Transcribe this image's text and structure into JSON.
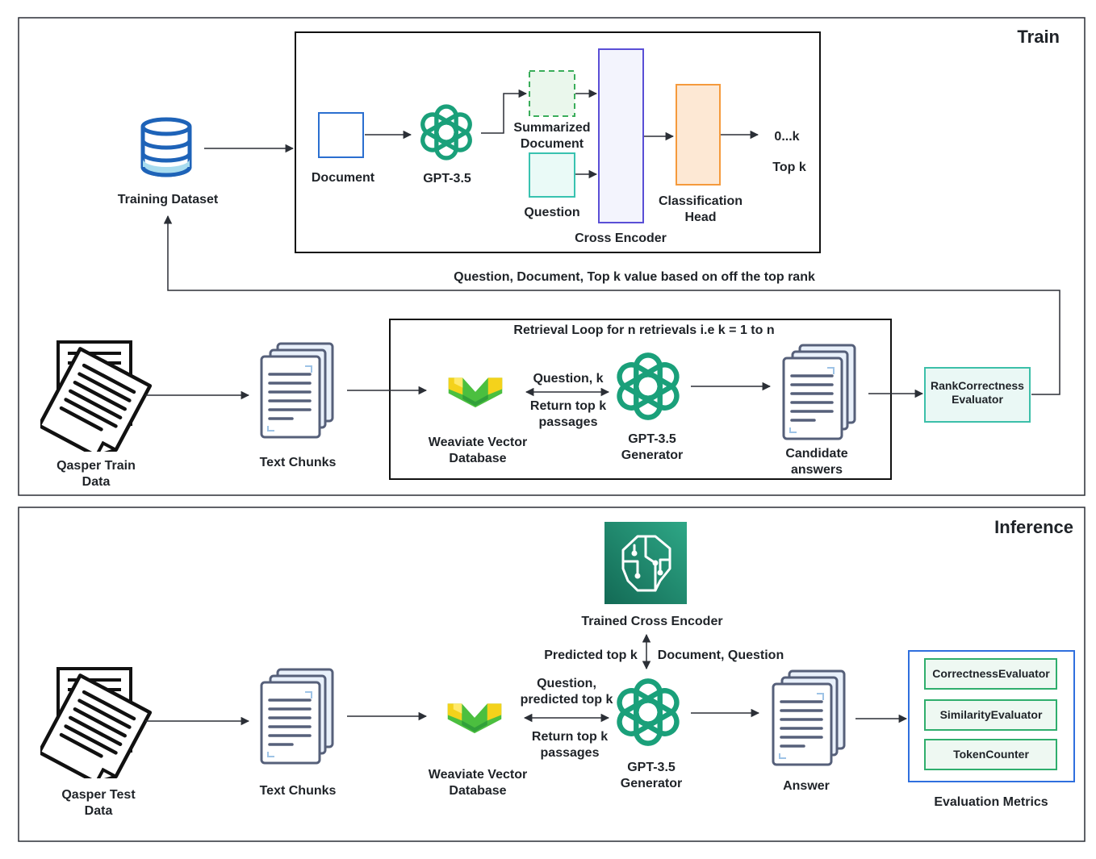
{
  "train": {
    "section_title": "Train",
    "training_dataset": "Training Dataset",
    "document": "Document",
    "gpt": "GPT-3.5",
    "summarized": [
      "Summarized",
      "Document"
    ],
    "question": "Question",
    "cross_encoder": "Cross Encoder",
    "classification_head": [
      "Classification",
      "Head"
    ],
    "output_range": "0...k",
    "top_k": "Top k",
    "feedback": "Question, Document, Top k value based on off the top rank",
    "retrieval_loop": "Retrieval Loop for n retrievals i.e k = 1 to n",
    "qasper": [
      "Qasper Train",
      "Data"
    ],
    "text_chunks": "Text Chunks",
    "weaviate": [
      "Weaviate Vector",
      "Database"
    ],
    "question_k": "Question, k",
    "return_top_k": [
      "Return top k",
      "passages"
    ],
    "gpt_generator": [
      "GPT-3.5",
      "Generator"
    ],
    "candidate": [
      "Candidate",
      "answers"
    ],
    "evaluator": [
      "RankCorrectness",
      "Evaluator"
    ]
  },
  "inference": {
    "section_title": "Inference",
    "trained_ce": "Trained Cross Encoder",
    "predicted_top_k": "Predicted top k",
    "doc_question": "Document, Question",
    "question_pred": [
      "Question,",
      "predicted top k"
    ],
    "return_top_k": [
      "Return top k",
      "passages"
    ],
    "qasper": [
      "Qasper Test",
      "Data"
    ],
    "text_chunks": "Text Chunks",
    "weaviate": [
      "Weaviate Vector",
      "Database"
    ],
    "gpt_generator": [
      "GPT-3.5",
      "Generator"
    ],
    "answer": "Answer",
    "metrics": [
      "CorrectnessEvaluator",
      "SimilarityEvaluator",
      "TokenCounter"
    ],
    "metrics_title": "Evaluation Metrics"
  },
  "colors": {
    "border": "#2b2f36",
    "arrow": "#2b2f36",
    "openai_green": "#1aa07a",
    "db_blue": "#1e63b8",
    "db_fill": "#a8dcef",
    "doc_box_blue": "#2b6fd0",
    "summ_green": "#3aad5a",
    "question_teal": "#38c2b0",
    "cross_encoder": "#5a4fd6",
    "cross_encoder_fill": "#f3f4fd",
    "class_head_orange": "#f59a3c",
    "class_head_fill": "#fde8d4",
    "evaluator_teal": "#3cbfa9",
    "evaluator_fill": "#eaf8f5",
    "metrics_blue": "#2f6fde",
    "metrics_item_green": "#2fae6d",
    "sagemaker_dark": "#136a55",
    "sagemaker_light": "#2ea786",
    "weaviate_yellow": "#f4d21b",
    "weaviate_green": "#4bbf3f",
    "stack_line": "#56607a"
  },
  "icons": [
    "database-icon",
    "openai-logo-icon",
    "document-icon",
    "document-stack-icon",
    "weaviate-logo-icon",
    "sagemaker-brain-icon"
  ]
}
